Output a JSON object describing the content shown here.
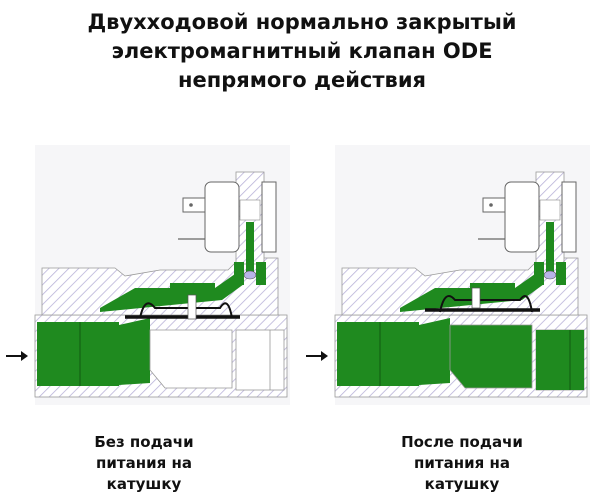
{
  "title": {
    "line1": "Двухходовой нормально закрытый",
    "line2": "электромагнитный клапан ODE",
    "line3": "непрямого действия"
  },
  "diagrams": [
    {
      "caption_line1": "Без подачи",
      "caption_line2": "питания на",
      "caption_line3": "катушку"
    },
    {
      "caption_line1": "После подачи",
      "caption_line2": "питания на",
      "caption_line3": "катушку"
    }
  ],
  "colors": {
    "fluid": "#1f8a1f",
    "hatch": "#b9b3d9",
    "arrow": "#111111"
  }
}
